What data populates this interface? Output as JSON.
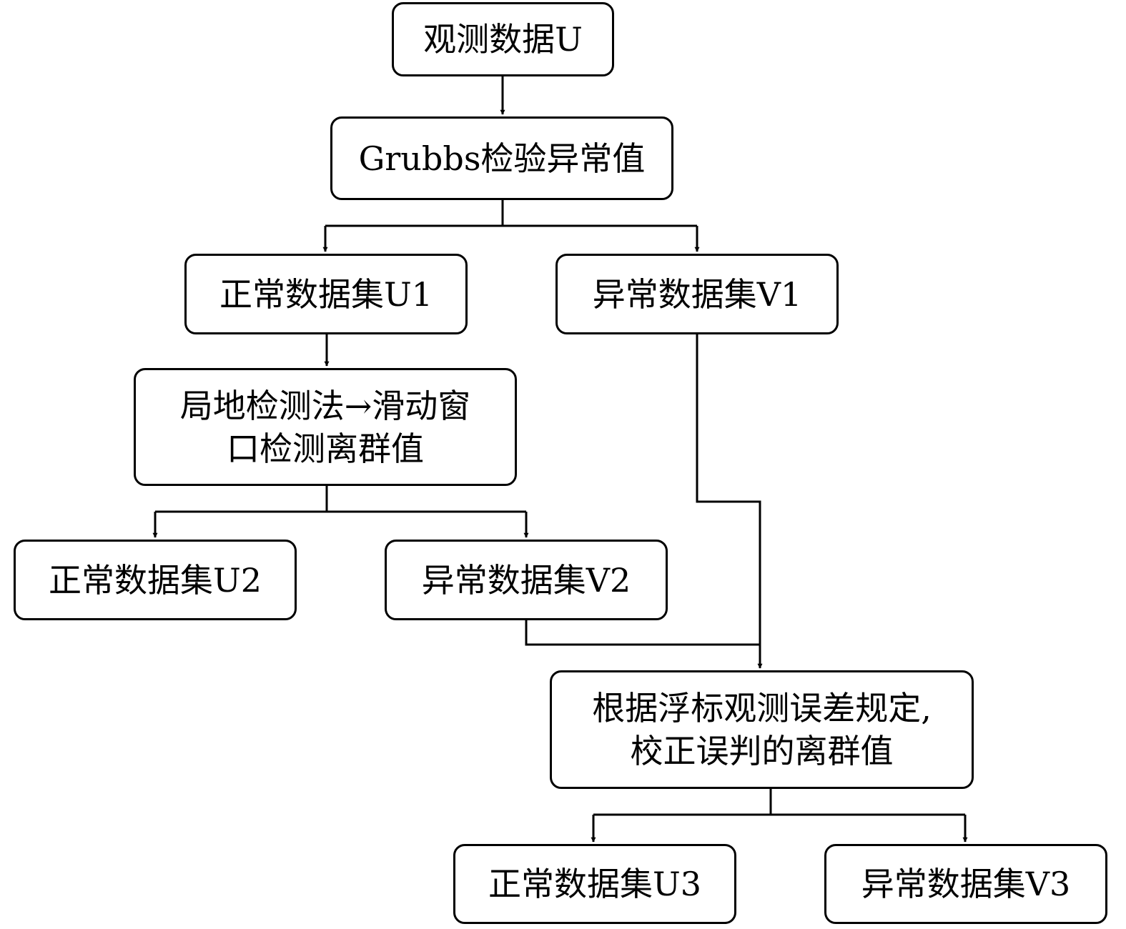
{
  "nodes": {
    "observed": "观测数据U",
    "grubbs": "Grubbs检验异常值",
    "normal1": "正常数据集U1",
    "abnormal1": "异常数据集V1",
    "local_line1": "局地检测法→滑动窗",
    "local_line2": "口检测离群值",
    "normal2": "正常数据集U2",
    "abnormal2": "异常数据集V2",
    "correct_line1": "根据浮标观测误差规定,",
    "correct_line2": "校正误判的离群值",
    "normal3": "正常数据集U3",
    "abnormal3": "异常数据集V3"
  }
}
